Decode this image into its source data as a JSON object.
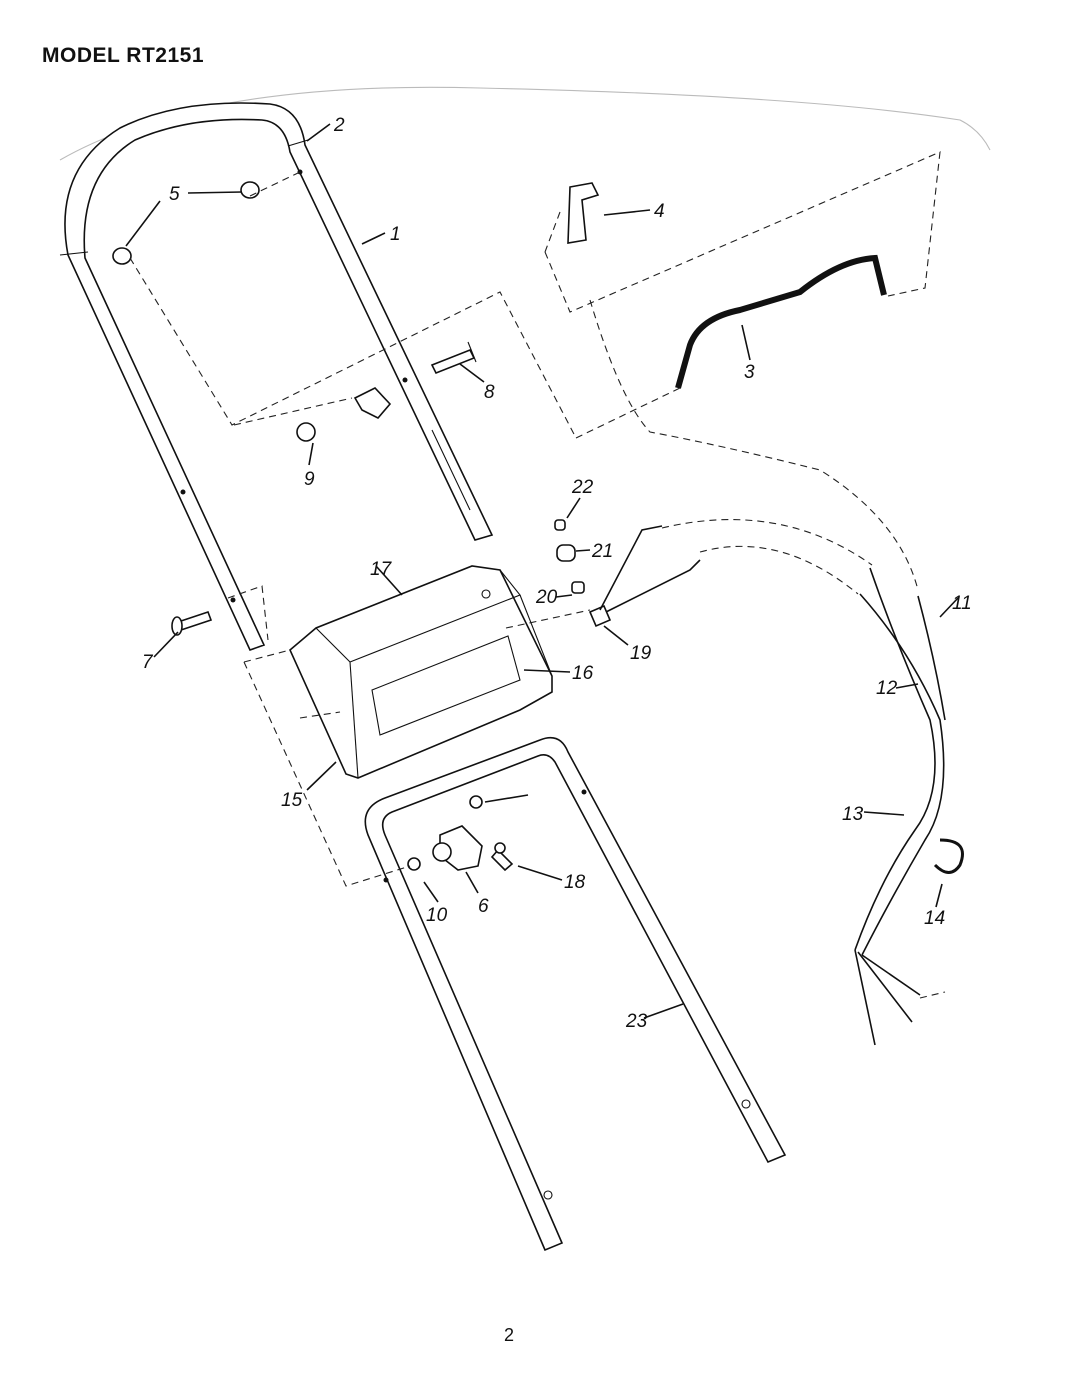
{
  "header": {
    "title": "MODEL RT2151"
  },
  "footer": {
    "page_number": "2"
  },
  "callouts": [
    {
      "id": "c1",
      "text": "1"
    },
    {
      "id": "c2",
      "text": "2"
    },
    {
      "id": "c3",
      "text": "3"
    },
    {
      "id": "c4",
      "text": "4"
    },
    {
      "id": "c5",
      "text": "5"
    },
    {
      "id": "c6",
      "text": "6"
    },
    {
      "id": "c7",
      "text": "7"
    },
    {
      "id": "c8",
      "text": "8"
    },
    {
      "id": "c9",
      "text": "9"
    },
    {
      "id": "c10",
      "text": "10"
    },
    {
      "id": "c11",
      "text": "11"
    },
    {
      "id": "c12",
      "text": "12"
    },
    {
      "id": "c13",
      "text": "13"
    },
    {
      "id": "c14",
      "text": "14"
    },
    {
      "id": "c15",
      "text": "15"
    },
    {
      "id": "c16",
      "text": "16"
    },
    {
      "id": "c17",
      "text": "17"
    },
    {
      "id": "c18",
      "text": "18"
    },
    {
      "id": "c19",
      "text": "19"
    },
    {
      "id": "c20",
      "text": "20"
    },
    {
      "id": "c21",
      "text": "21"
    },
    {
      "id": "c22",
      "text": "22"
    },
    {
      "id": "c23",
      "text": "23"
    }
  ]
}
